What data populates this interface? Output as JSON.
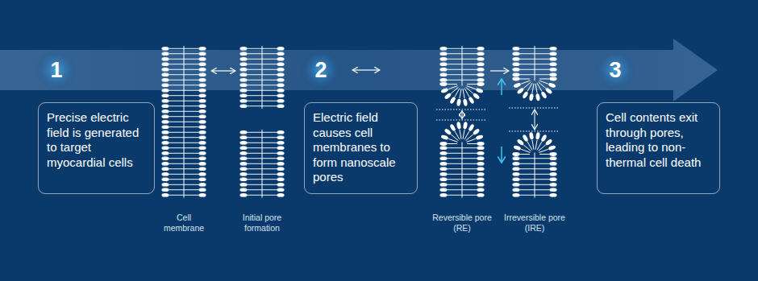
{
  "diagram": {
    "nodes": [
      {
        "text": [
          "Precise electric field is generated to target myocardial cells"
        ]
      },
      {
        "text": [
          "Electric field causes cell membranes to form nanoscale pores"
        ]
      },
      {
        "text": [
          "Cell contents exit through pores, leading to non-thermal cell death"
        ]
      }
    ],
    "labels": [
      "1",
      "2",
      "3",
      "Cell membrane",
      "Initial pore formation",
      "Reversible pore (RE)",
      "Irreversible pore (IRE)"
    ]
  }
}
